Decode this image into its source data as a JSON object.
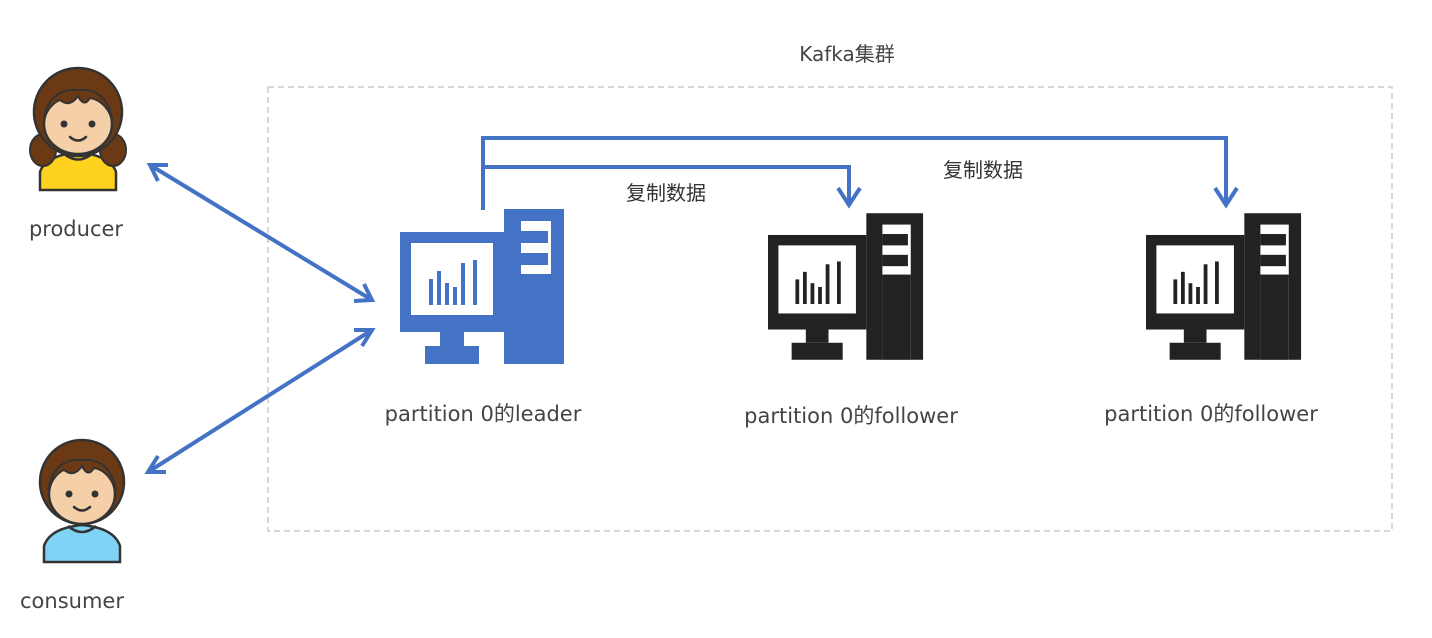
{
  "cluster": {
    "title": "Kafka集群"
  },
  "actors": {
    "producer": {
      "label": "producer"
    },
    "consumer": {
      "label": "consumer"
    }
  },
  "servers": [
    {
      "label": "partition 0的leader",
      "role": "leader",
      "color": "#4472C4"
    },
    {
      "label": "partition 0的follower",
      "role": "follower",
      "color": "#222222"
    },
    {
      "label": "partition 0的follower",
      "role": "follower",
      "color": "#222222"
    }
  ],
  "replication": [
    {
      "label": "复制数据"
    },
    {
      "label": "复制数据"
    }
  ],
  "colors": {
    "arrow": "#4472C4",
    "border": "#cccccc",
    "skin": "#F5CFA8",
    "hair": "#6B3A14",
    "producer_shirt": "#FFD21F",
    "consumer_shirt": "#7FD4F5"
  }
}
